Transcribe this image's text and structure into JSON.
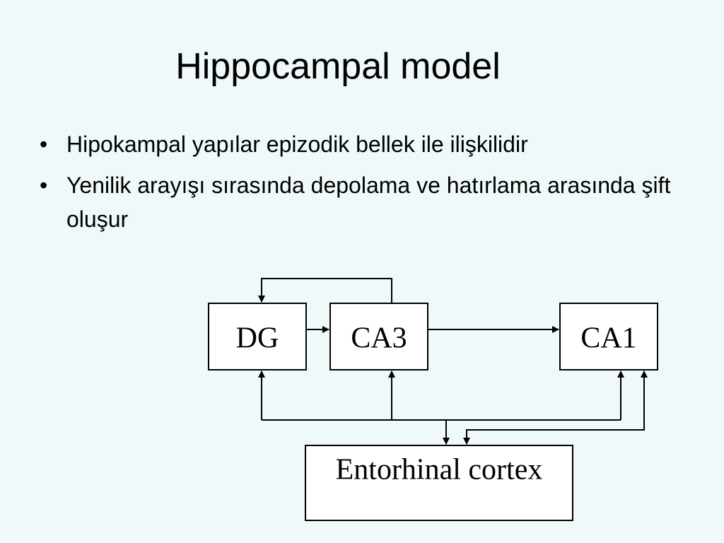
{
  "slide": {
    "title": "Hippocampal model",
    "bullets": [
      "Hipokampal yapılar epizodik bellek ile ilişkilidir",
      "Yenilik arayışı sırasında depolama ve hatırlama arasında şift oluşur"
    ],
    "bullet_symbol": "•"
  },
  "diagram": {
    "nodes": {
      "dg": "DG",
      "ca3": "CA3",
      "ca1": "CA1",
      "ec": "Entorhinal cortex"
    }
  }
}
